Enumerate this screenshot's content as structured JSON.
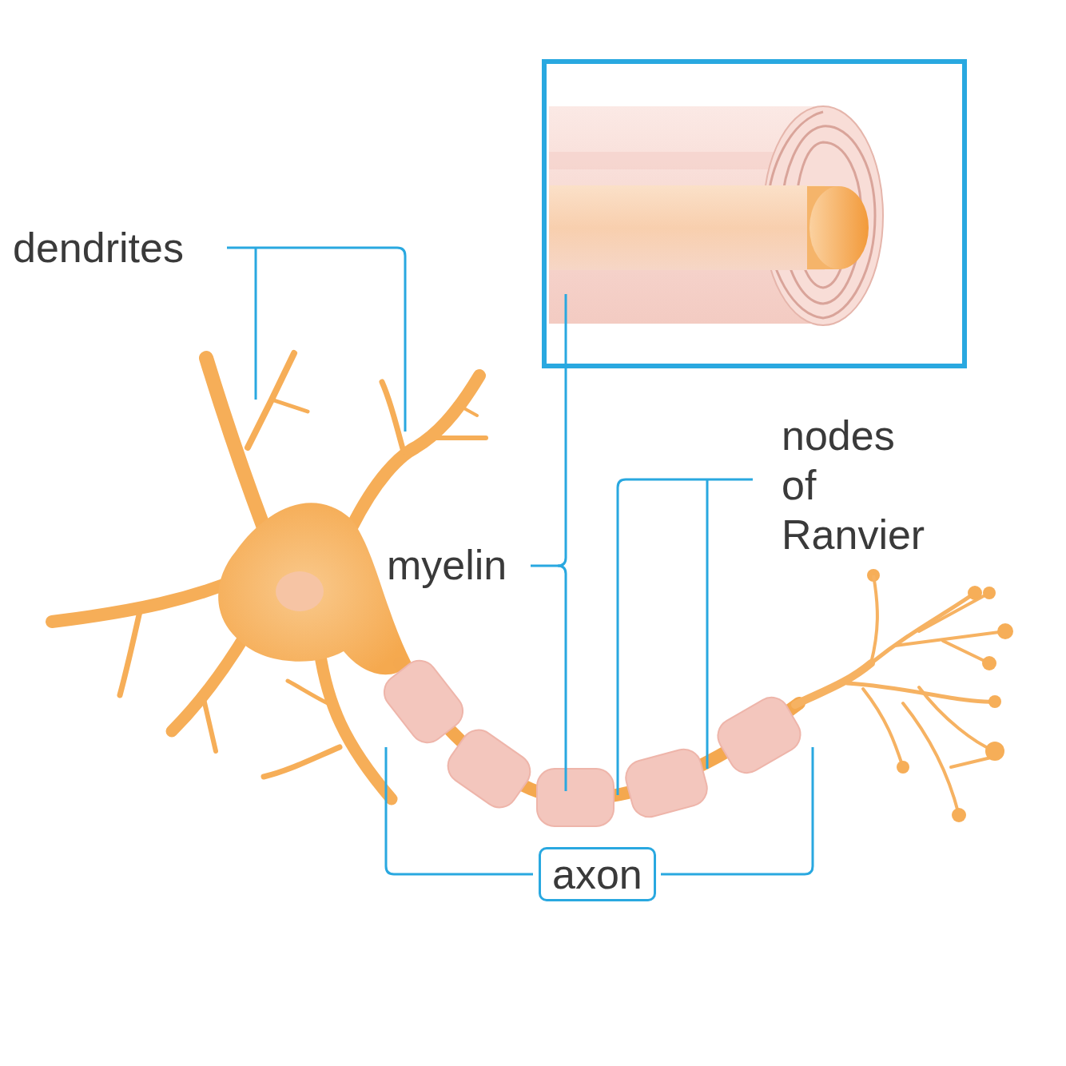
{
  "diagram": {
    "nodes": [
      {
        "text": [
          "axon"
        ]
      }
    ],
    "labels": [
      "dendrites",
      "myelin",
      "nodes of Ranvier"
    ]
  }
}
